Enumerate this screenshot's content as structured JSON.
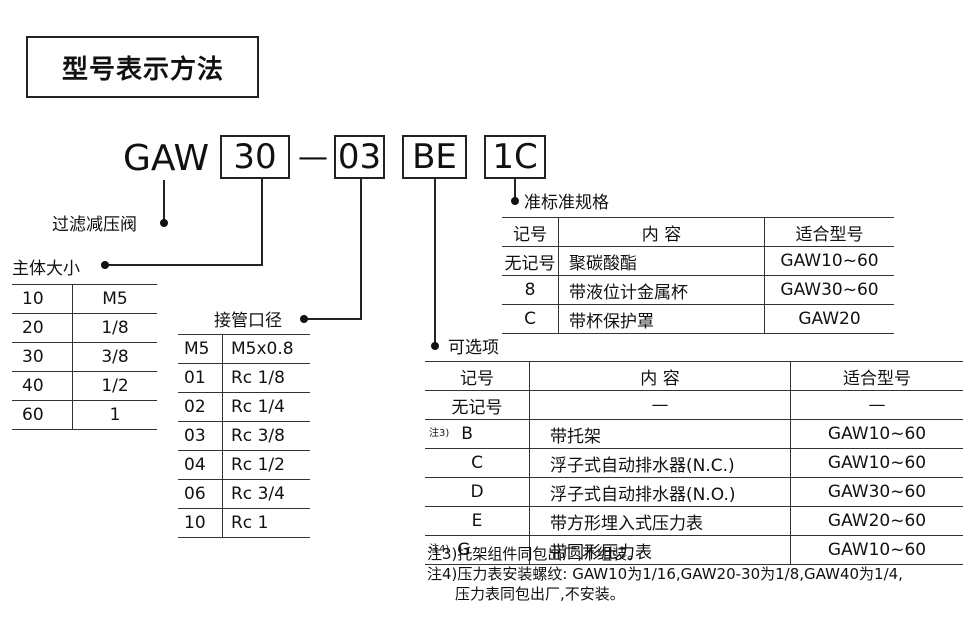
{
  "title": "型号表示方法",
  "model": {
    "prefix": "GAW",
    "box1": "30",
    "dash": "—",
    "box2": "03",
    "box3": "BE",
    "box4": "1C"
  },
  "labels": {
    "reducer": "过滤减压阀",
    "body_size": "主体大小",
    "port": "接管口径",
    "options": "可选项",
    "standard": "准标准规格"
  },
  "body_size_rows": [
    [
      "10",
      "M5"
    ],
    [
      "20",
      "1/8"
    ],
    [
      "30",
      "3/8"
    ],
    [
      "40",
      "1/2"
    ],
    [
      "60",
      "1"
    ]
  ],
  "port_rows": [
    [
      "M5",
      "M5x0.8"
    ],
    [
      "01",
      "Rc 1/8"
    ],
    [
      "02",
      "Rc 1/4"
    ],
    [
      "03",
      "Rc 3/8"
    ],
    [
      "04",
      "Rc 1/2"
    ],
    [
      "06",
      "Rc 3/4"
    ],
    [
      "10",
      "Rc  1"
    ]
  ],
  "standard_table": {
    "headers": [
      "记号",
      "内 容",
      "适合型号"
    ],
    "rows": [
      [
        "无记号",
        "聚碳酸酯",
        "GAW10~60"
      ],
      [
        "8",
        "带液位计金属杯",
        "GAW30~60"
      ],
      [
        "C",
        "带杯保护罩",
        "GAW20"
      ]
    ]
  },
  "options_table": {
    "headers": [
      "记号",
      "内 容",
      "适合型号"
    ],
    "rows": [
      [
        "",
        "无记号",
        "—",
        "—"
      ],
      [
        "注3)",
        "B",
        "带托架",
        "GAW10~60"
      ],
      [
        "",
        "C",
        "浮子式自动排水器(N.C.)",
        "GAW10~60"
      ],
      [
        "",
        "D",
        "浮子式自动排水器(N.O.)",
        "GAW30~60"
      ],
      [
        "",
        "E",
        "带方形埋入式压力表",
        "GAW20~60"
      ],
      [
        "注4)",
        "G",
        "带圆形压力表",
        "GAW10~60"
      ]
    ]
  },
  "notes": [
    "注3)托架组件同包出厂,不组装。",
    "注4)压力表安装螺纹: GAW10为1/16,GAW20-30为1/8,GAW40为1/4,",
    "压力表同包出厂,不安装。"
  ]
}
